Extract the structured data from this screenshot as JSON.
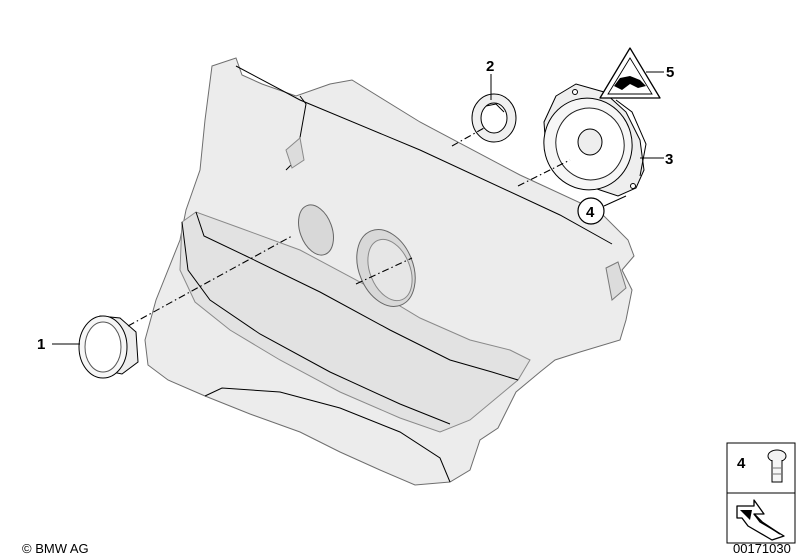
{
  "diagram": {
    "callouts": [
      {
        "id": "1",
        "label": "1"
      },
      {
        "id": "2",
        "label": "2"
      },
      {
        "id": "3",
        "label": "3"
      },
      {
        "id": "4",
        "label": "4"
      },
      {
        "id": "5",
        "label": "5"
      }
    ],
    "legend_box": {
      "label": "4"
    },
    "copyright": "© BMW AG",
    "diagram_number": "00171030"
  },
  "colors": {
    "panel_fill": "#ececec",
    "panel_shade": "#dedede",
    "part_fill": "#f4f4f4",
    "line": "#000000"
  }
}
